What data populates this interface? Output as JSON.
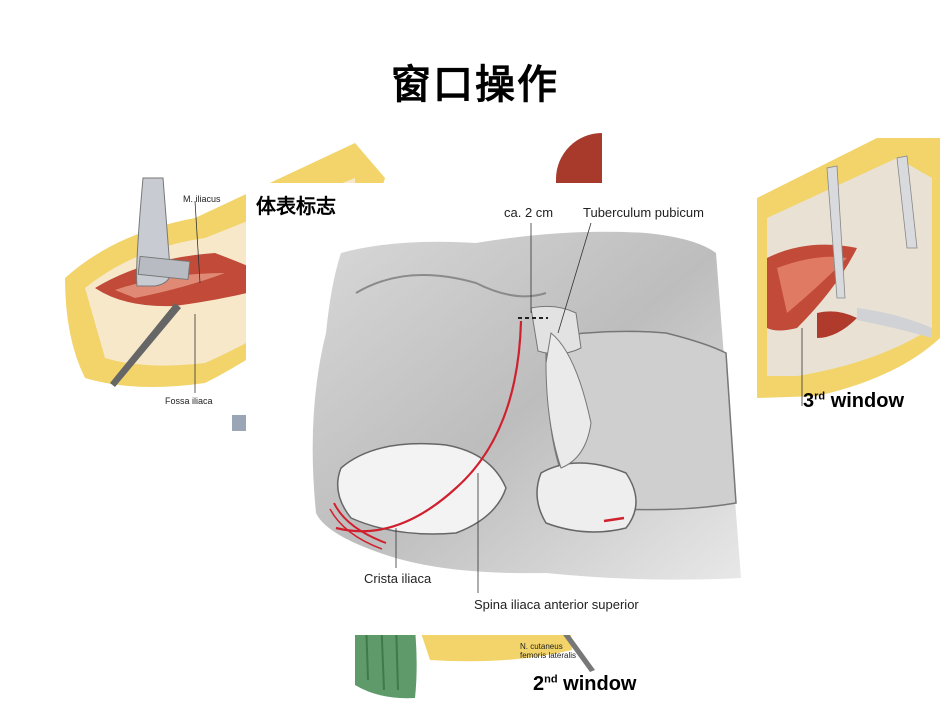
{
  "slide": {
    "title": "窗口操作"
  },
  "main_figure": {
    "tag": "体表标志",
    "labels": {
      "distance": "ca. 2 cm",
      "tuberculum": "Tuberculum pubicum",
      "crista": "Crista iliaca",
      "spina": "Spina iliaca anterior superior"
    }
  },
  "left_figure": {
    "labels": {
      "muscle": "M. iliacus",
      "fossa": "Fossa iliaca"
    }
  },
  "right_figure": {
    "window_number": "3",
    "window_suffix": "rd",
    "window_word": "window"
  },
  "bottom_figure": {
    "nerve_line1": "N. cutaneus",
    "nerve_line2": "femoris lateralis",
    "window_number": "2",
    "window_suffix": "nd",
    "window_word": "window"
  },
  "colors": {
    "incision": "#d0202e",
    "fat": "#f2d46a",
    "muscle": "#c24a38",
    "accent_red": "#a83a2c",
    "green_tissue": "#5f9a6a"
  }
}
